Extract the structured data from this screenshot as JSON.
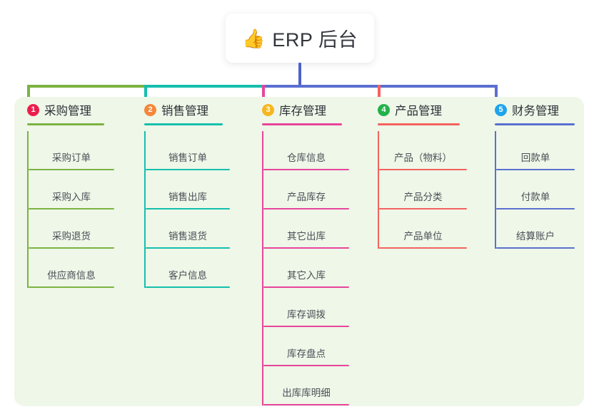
{
  "root": {
    "emoji_icon": "thumbs-up-icon",
    "emoji": "👍",
    "title": "ERP 后台"
  },
  "palette": {
    "panel_bg": "#eef7e8",
    "page_bg": "#ffffff",
    "trunk": "#4c63c8",
    "green": "#7cb342",
    "teal": "#15bfad",
    "pink": "#e8459b",
    "red": "#f4625f",
    "blue": "#5b6fd0"
  },
  "columns": [
    {
      "index": "1",
      "badge_color": "#ec1e4d",
      "line_color": "#7cb342",
      "title": "采购管理",
      "items": [
        "采购订单",
        "采购入库",
        "采购退货",
        "供应商信息"
      ]
    },
    {
      "index": "2",
      "badge_color": "#f5873a",
      "line_color": "#15bfad",
      "title": "销售管理",
      "items": [
        "销售订单",
        "销售出库",
        "销售退货",
        "客户信息"
      ]
    },
    {
      "index": "3",
      "badge_color": "#f5b721",
      "line_color": "#e8459b",
      "title": "库存管理",
      "items": [
        "仓库信息",
        "产品库存",
        "其它出库",
        "其它入库",
        "库存调拨",
        "库存盘点",
        "出库库明细"
      ]
    },
    {
      "index": "4",
      "badge_color": "#24b14b",
      "line_color": "#f4625f",
      "title": "产品管理",
      "items": [
        "产品（物料）",
        "产品分类",
        "产品单位"
      ]
    },
    {
      "index": "5",
      "badge_color": "#1ea4ec",
      "line_color": "#5b6fd0",
      "title": "财务管理",
      "items": [
        "回款单",
        "付款单",
        "结算账户"
      ]
    }
  ]
}
